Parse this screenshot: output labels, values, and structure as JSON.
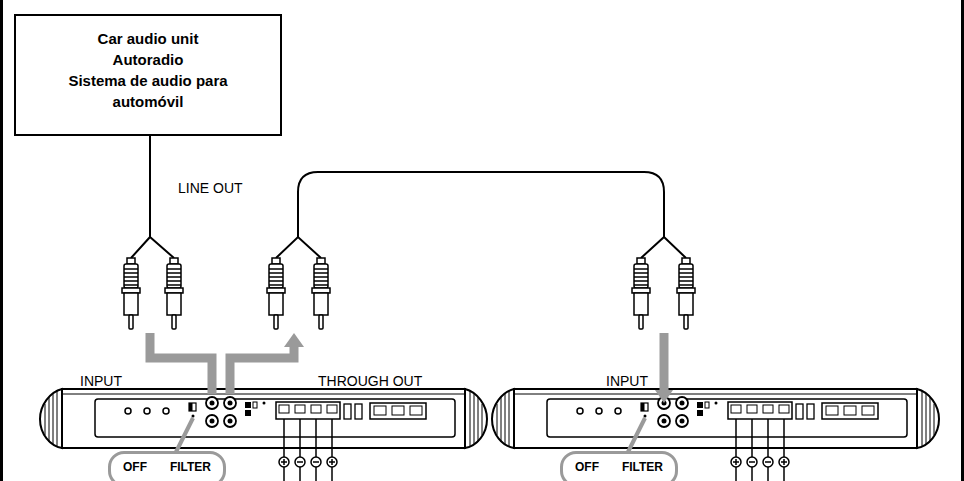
{
  "diagram": {
    "nodes": [
      {
        "text": [
          "Car audio unit",
          "Autoradio",
          "Sistema de audio para automóvil"
        ]
      },
      {
        "text": [
          "OFF",
          "FILTER"
        ]
      },
      {
        "text": [
          "OFF",
          "FILTER"
        ]
      }
    ],
    "labels": [
      "LINE OUT",
      "INPUT",
      "THROUGH OUT",
      "INPUT"
    ]
  }
}
